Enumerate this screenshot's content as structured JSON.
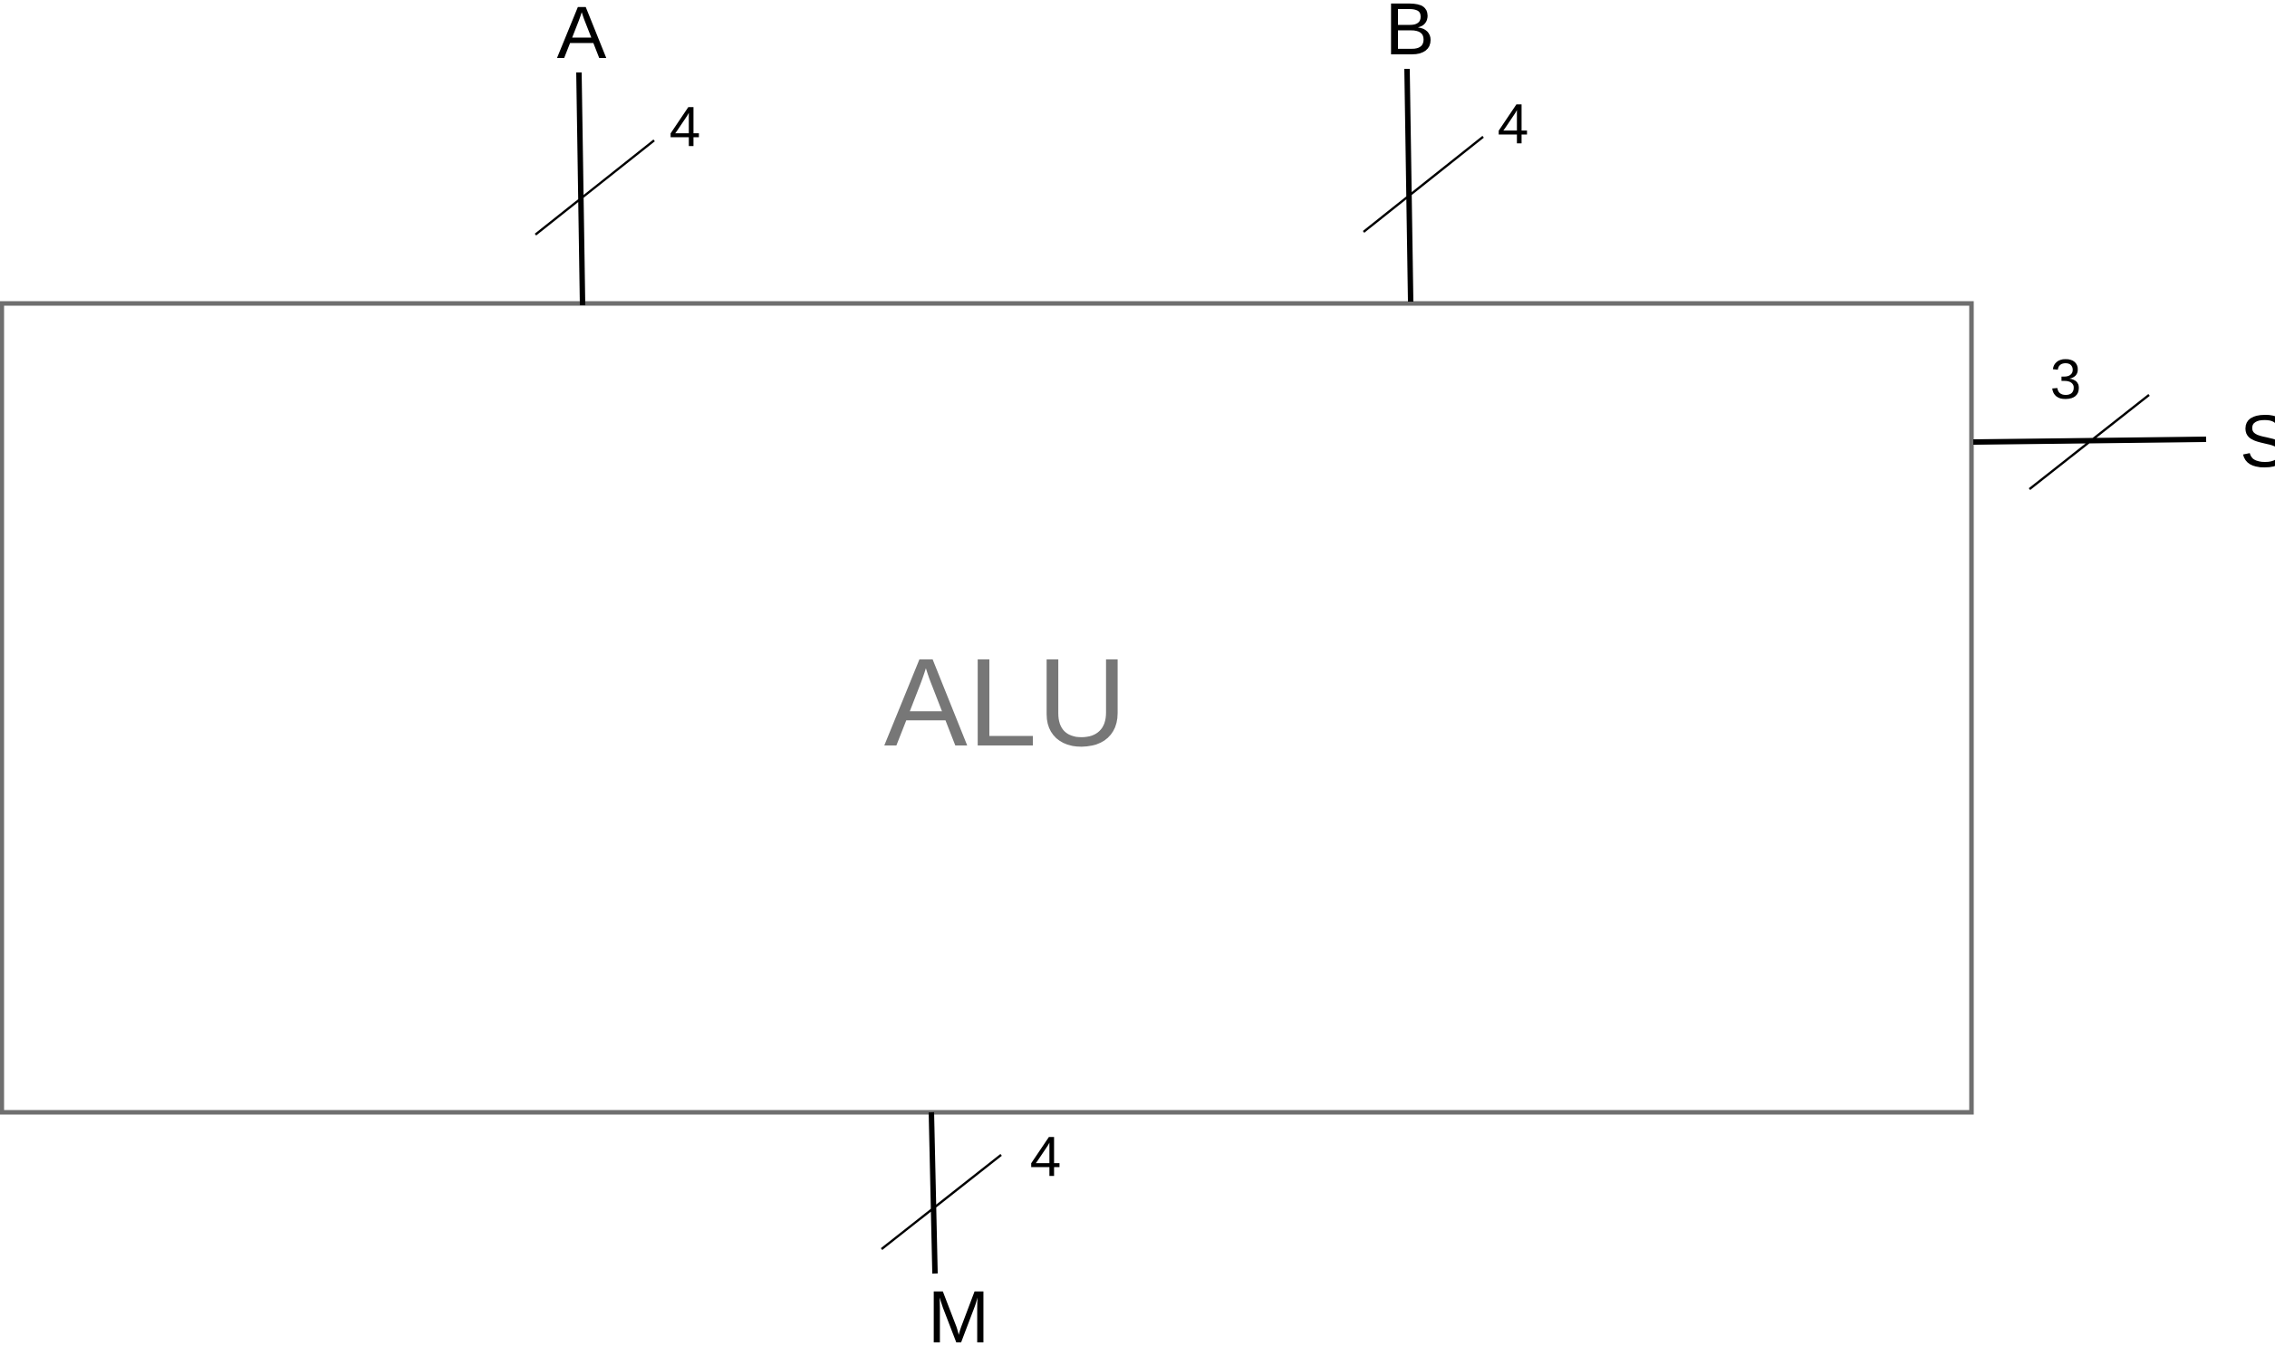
{
  "block": {
    "label": "ALU"
  },
  "ports": {
    "a": {
      "name": "A",
      "width": "4"
    },
    "b": {
      "name": "B",
      "width": "4"
    },
    "s": {
      "name": "S",
      "width": "3"
    },
    "m": {
      "name": "M",
      "width": "4"
    }
  },
  "colors": {
    "box_border": "#6f6f6f",
    "block_label": "#777777",
    "wires": "#000000"
  }
}
